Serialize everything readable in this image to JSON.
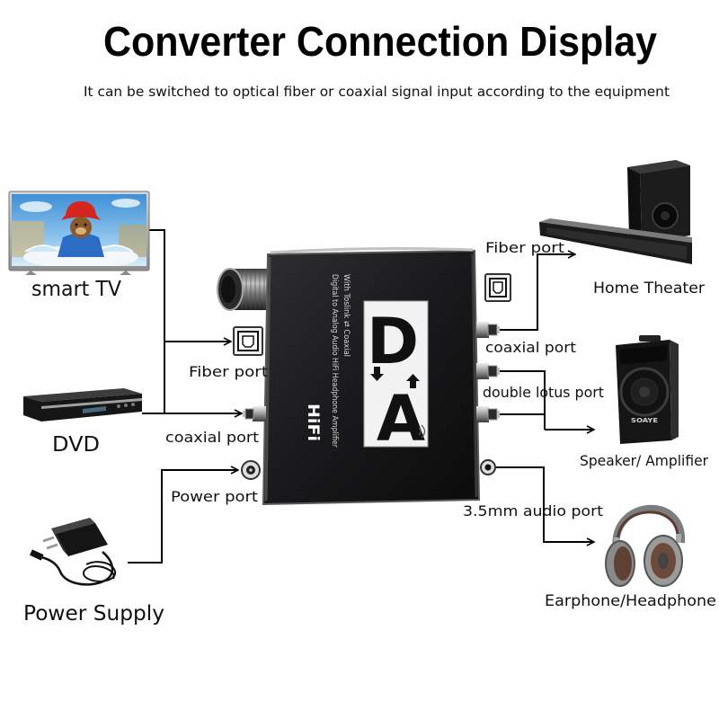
{
  "title": "Converter Connection Display",
  "subtitle": "It can be switched to optical fiber or coaxial signal input according to the equipment",
  "sources": {
    "smart_tv": "smart TV",
    "dvd": "DVD",
    "power_supply": "Power Supply"
  },
  "input_ports": {
    "fiber": "Fiber port",
    "coaxial": "coaxial port",
    "power": "Power port"
  },
  "output_ports": {
    "fiber": "Fiber port",
    "coaxial": "coaxial port",
    "double_lotus": "double lotus port",
    "audio_3_5mm": "3.5mm audio port"
  },
  "outputs": {
    "home_theater": "Home Theater",
    "speaker_amplifier": "Speaker/ Amplifier",
    "headphone": "Earphone/Headphone"
  },
  "device": {
    "logo_top": "D",
    "logo_bottom": "A",
    "badge": "HiFi",
    "description": "Digital to Analog Audio HiFi Headphone Amplifier",
    "sub_description": "With Toslink ⇄ Coaxial"
  },
  "speaker_brand": "SOAYE",
  "colors": {
    "background": "#ffffff",
    "connector_lines": "#000000",
    "device_body": "#1b1b1d",
    "logo_panel": "#f2f2f2"
  }
}
